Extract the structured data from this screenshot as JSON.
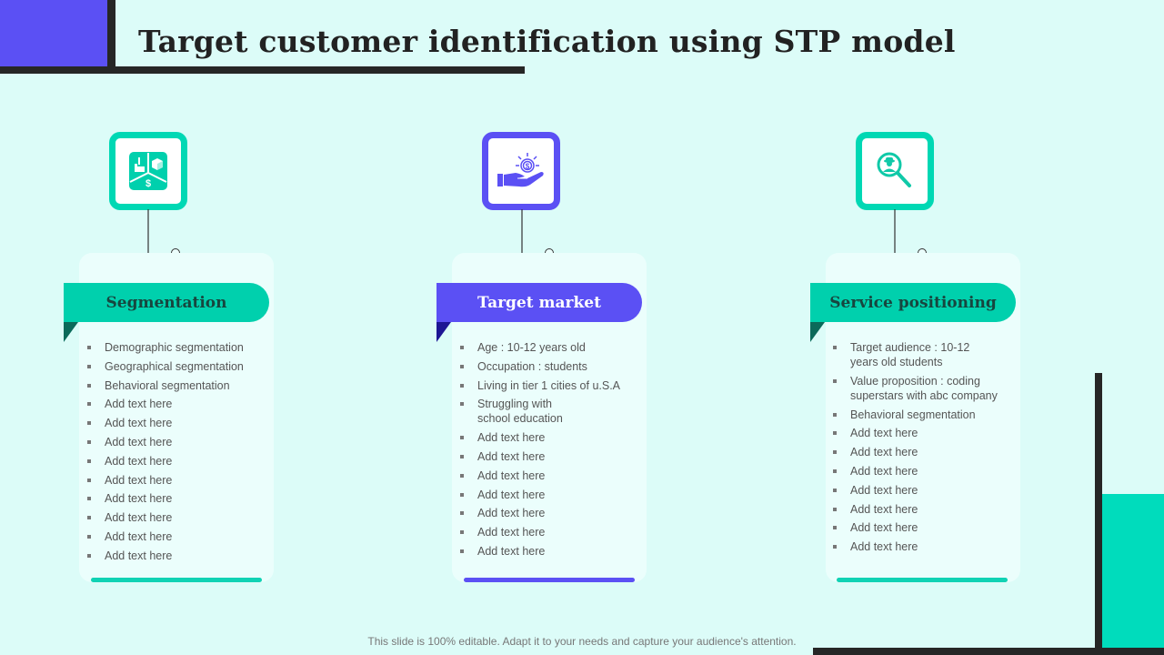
{
  "header": {
    "title": "Target customer identification using STP model"
  },
  "colors": {
    "background": "#dcfcf8",
    "teal": "#00d0ad",
    "purple": "#5b50f4",
    "dark": "#262626",
    "card": "#ebfefc"
  },
  "columns": [
    {
      "title": "Segmentation",
      "icon": "market-segmentation-icon",
      "accent": "teal",
      "items": [
        "Demographic  segmentation",
        "Geographical  segmentation",
        "Behavioral  segmentation",
        "Add text here",
        "Add text here",
        "Add text here",
        "Add text here",
        "Add text here",
        "Add text here",
        "Add text here",
        "Add text here",
        "Add text here"
      ]
    },
    {
      "title": "Target market",
      "icon": "hand-coin-icon",
      "accent": "purple",
      "items": [
        "Age : 10-12  years old",
        "Occupation  : students",
        "Living  in tier 1 cities of u.S.A",
        "Struggling  with school education",
        "Add text here",
        "Add text here",
        "Add text here",
        "Add text here",
        "Add text here",
        "Add text here",
        "Add text here"
      ]
    },
    {
      "title": "Service positioning",
      "icon": "search-person-icon",
      "accent": "teal",
      "items": [
        "Target  audience  : 10-12 years old students",
        "Value proposition  : coding superstars with abc company",
        "Behavioral  segmentation",
        "Add text here",
        "Add text here",
        "Add text here",
        "Add text here",
        "Add text here",
        "Add text here",
        "Add text here"
      ]
    }
  ],
  "footer": {
    "note": "This slide is 100% editable. Adapt it to your needs and capture your audience's attention."
  }
}
